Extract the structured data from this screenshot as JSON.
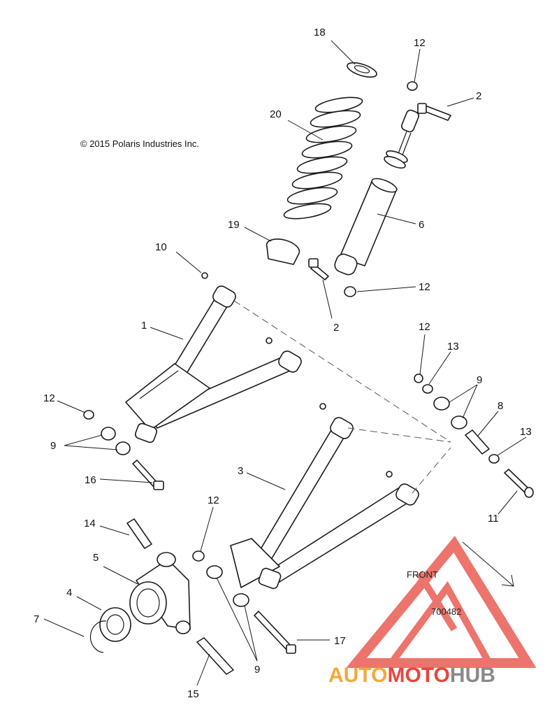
{
  "copyright": "© 2015 Polaris Industries Inc.",
  "drawing_number": "700482",
  "front_label": "FRONT",
  "watermark": {
    "part1": "AUTO",
    "part2": "MOTO",
    "part3": "HUB",
    "color_red": "#e8463c",
    "color_orange": "#f2a93b",
    "color_gray": "#8a8a8a"
  },
  "callouts": {
    "c18": "18",
    "c12a": "12",
    "c2a": "2",
    "c20": "20",
    "c6": "6",
    "c19": "19",
    "c10": "10",
    "c12b": "12",
    "c2b": "2",
    "c1": "1",
    "c12c": "12",
    "c13a": "13",
    "c9a": "9",
    "c8": "8",
    "c13b": "13",
    "c12d": "12",
    "c9b": "9",
    "c16": "16",
    "c3": "3",
    "c11": "11",
    "c12e": "12",
    "c14": "14",
    "c5": "5",
    "c4": "4",
    "c7": "7",
    "c17": "17",
    "c9c": "9",
    "c15": "15"
  }
}
